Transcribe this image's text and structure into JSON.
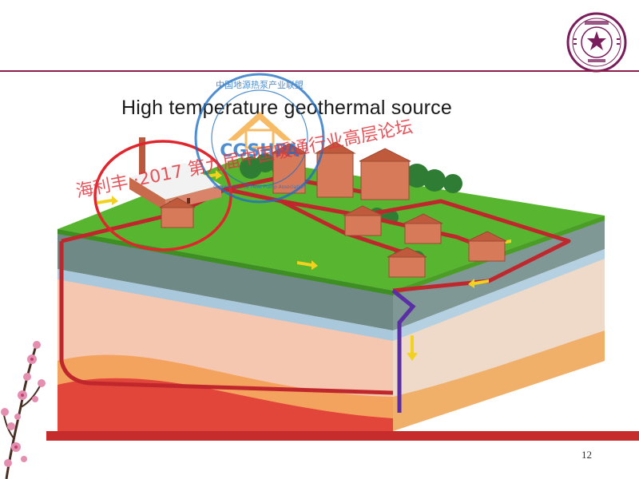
{
  "slide": {
    "title": "High temperature geothermal source",
    "page_number": "12"
  },
  "watermark": {
    "text": "海利丰 ·2017  第九届中国暖通行业高层论坛",
    "stamp_ring_text": "中国地源热泵产业联盟",
    "stamp_label": "CGSHPA",
    "stamp_sub": "Ground Source Heat Pump Association",
    "color": "#e2373f",
    "stamp_color": "#1e6fc4"
  },
  "logo": {
    "seal_text": "清華大學 1911",
    "color": "#7a1d5c"
  },
  "colors": {
    "accent_rule": "#8e1c4a",
    "bottom_band": "#c62c2c",
    "ground_surface": "#58b52f",
    "pipe_hot": "#c0272d",
    "pipe_cold": "#5a2ea6",
    "flow_arrows": "#f2d21e"
  }
}
